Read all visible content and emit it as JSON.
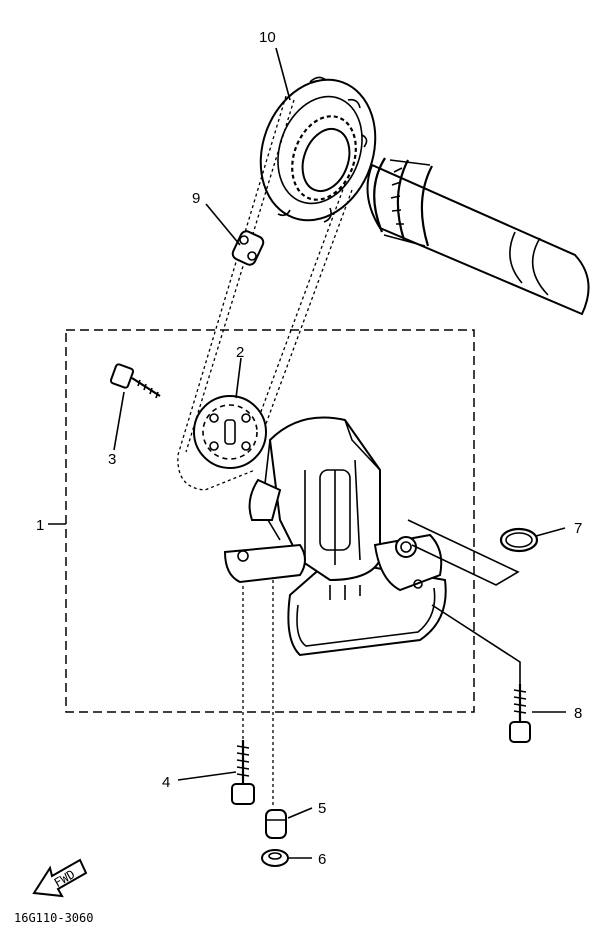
{
  "callouts": [
    {
      "id": "c1",
      "text": "1"
    },
    {
      "id": "c2",
      "text": "2"
    },
    {
      "id": "c3",
      "text": "3"
    },
    {
      "id": "c4",
      "text": "4"
    },
    {
      "id": "c5",
      "text": "5"
    },
    {
      "id": "c6",
      "text": "6"
    },
    {
      "id": "c7",
      "text": "7"
    },
    {
      "id": "c8",
      "text": "8"
    },
    {
      "id": "c9",
      "text": "9"
    },
    {
      "id": "c10",
      "text": "10"
    }
  ],
  "front_arrow": {
    "text": "FWD"
  },
  "diagram_code": "16G110-3060"
}
